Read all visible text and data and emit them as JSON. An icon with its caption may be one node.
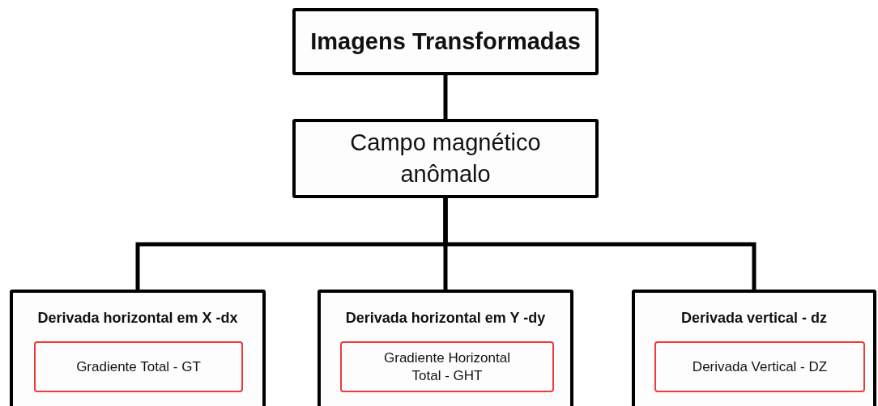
{
  "diagram": {
    "nodes": [
      {
        "text": [
          "Imagens Transformadas"
        ]
      },
      {
        "text": [
          "Campo magnético anômalo"
        ]
      },
      {
        "text": [
          "Derivada horizontal em X -dx"
        ]
      },
      {
        "text": [
          "Gradiente Total - GT"
        ],
        "in": 2
      },
      {
        "text": [
          "Derivada horizontal em Y -dy"
        ]
      },
      {
        "text": [
          "Gradiente Horizontal Total - GHT"
        ],
        "in": 4
      },
      {
        "text": [
          "Derivada vertical - dz"
        ]
      },
      {
        "text": [
          "Derivada Vertical - DZ"
        ],
        "in": 6
      }
    ],
    "edges": [
      {
        "from": 0,
        "to": 1,
        "arrow": "none"
      },
      {
        "from": 1,
        "to": 2,
        "arrow": "none"
      },
      {
        "from": 1,
        "to": 4,
        "arrow": "none"
      },
      {
        "from": 1,
        "to": 6,
        "arrow": "none"
      }
    ]
  }
}
